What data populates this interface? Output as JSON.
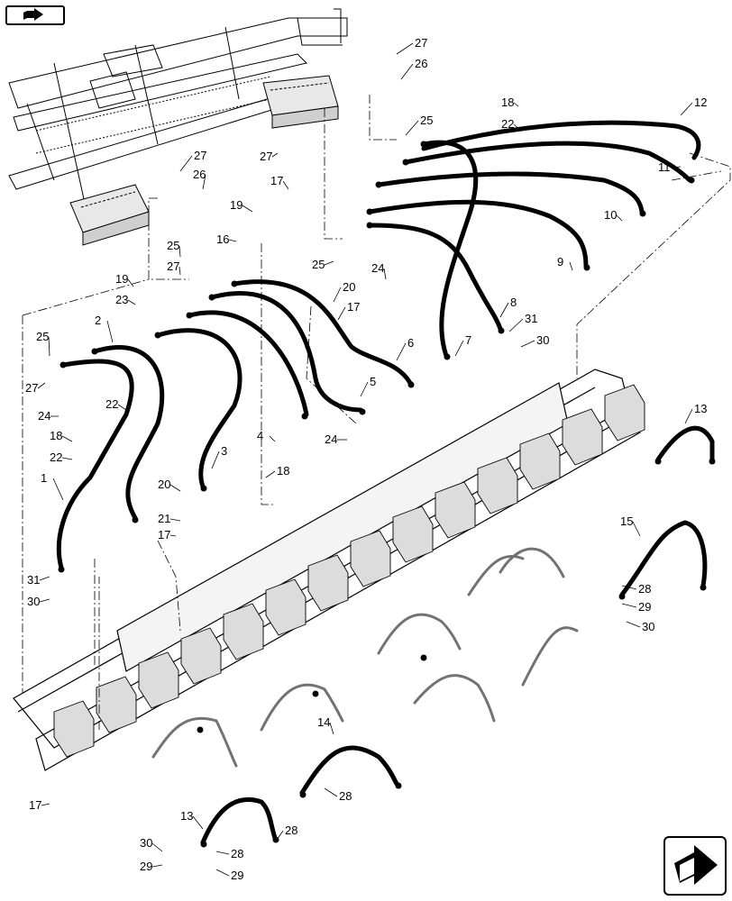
{
  "diagram": {
    "callouts": [
      {
        "id": "c1",
        "text": "1"
      },
      {
        "id": "c2",
        "text": "2"
      },
      {
        "id": "c3",
        "text": "3"
      },
      {
        "id": "c4",
        "text": "4"
      },
      {
        "id": "c5",
        "text": "5"
      },
      {
        "id": "c6",
        "text": "6"
      },
      {
        "id": "c7",
        "text": "7"
      },
      {
        "id": "c8",
        "text": "8"
      },
      {
        "id": "c9",
        "text": "9"
      },
      {
        "id": "c10",
        "text": "10"
      },
      {
        "id": "c11",
        "text": "11"
      },
      {
        "id": "c12",
        "text": "12"
      },
      {
        "id": "c13a",
        "text": "13"
      },
      {
        "id": "c13b",
        "text": "13"
      },
      {
        "id": "c14",
        "text": "14"
      },
      {
        "id": "c15",
        "text": "15"
      },
      {
        "id": "c16",
        "text": "16"
      },
      {
        "id": "c17a",
        "text": "17"
      },
      {
        "id": "c17b",
        "text": "17"
      },
      {
        "id": "c17c",
        "text": "17"
      },
      {
        "id": "c17d",
        "text": "17"
      },
      {
        "id": "c18a",
        "text": "18"
      },
      {
        "id": "c18b",
        "text": "18"
      },
      {
        "id": "c18c",
        "text": "18"
      },
      {
        "id": "c19a",
        "text": "19"
      },
      {
        "id": "c19b",
        "text": "19"
      },
      {
        "id": "c20a",
        "text": "20"
      },
      {
        "id": "c20b",
        "text": "20"
      },
      {
        "id": "c21",
        "text": "21"
      },
      {
        "id": "c22a",
        "text": "22"
      },
      {
        "id": "c22b",
        "text": "22"
      },
      {
        "id": "c22c",
        "text": "22"
      },
      {
        "id": "c23",
        "text": "23"
      },
      {
        "id": "c24a",
        "text": "24"
      },
      {
        "id": "c24b",
        "text": "24"
      },
      {
        "id": "c24c",
        "text": "24"
      },
      {
        "id": "c25a",
        "text": "25"
      },
      {
        "id": "c25b",
        "text": "25"
      },
      {
        "id": "c25c",
        "text": "25"
      },
      {
        "id": "c25d",
        "text": "25"
      },
      {
        "id": "c26a",
        "text": "26"
      },
      {
        "id": "c26b",
        "text": "26"
      },
      {
        "id": "c27a",
        "text": "27"
      },
      {
        "id": "c27b",
        "text": "27"
      },
      {
        "id": "c27c",
        "text": "27"
      },
      {
        "id": "c27d",
        "text": "27"
      },
      {
        "id": "c27e",
        "text": "27"
      },
      {
        "id": "c28a",
        "text": "28"
      },
      {
        "id": "c28b",
        "text": "28"
      },
      {
        "id": "c28c",
        "text": "28"
      },
      {
        "id": "c28d",
        "text": "28"
      },
      {
        "id": "c29a",
        "text": "29"
      },
      {
        "id": "c29b",
        "text": "29"
      },
      {
        "id": "c29c",
        "text": "29"
      },
      {
        "id": "c30a",
        "text": "30"
      },
      {
        "id": "c30b",
        "text": "30"
      },
      {
        "id": "c30c",
        "text": "30"
      },
      {
        "id": "c30d",
        "text": "30"
      },
      {
        "id": "c31a",
        "text": "31"
      },
      {
        "id": "c31b",
        "text": "31"
      }
    ]
  },
  "icons": {
    "top_left": "book-arrow-icon",
    "bottom_right": "next-page-arrow-icon"
  },
  "colors": {
    "line": "#000000",
    "background": "#ffffff"
  }
}
